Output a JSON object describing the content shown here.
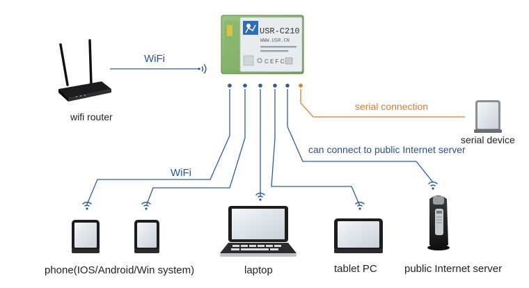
{
  "module": {
    "model": "USR-C210",
    "url": "WWW.USR.CN"
  },
  "labels": {
    "wifi_top": "WiFi",
    "wifi_left": "WiFi",
    "serial_connection": "serial connection",
    "public_server_note": "can connect to public Internet server"
  },
  "devices": {
    "router": "wifi router",
    "serial": "serial device",
    "phones": "phone(IOS/Android/Win system)",
    "laptop": "laptop",
    "tablet": "tablet PC",
    "server": "public Internet server"
  },
  "colors": {
    "link_blue": "#2a5d9e",
    "link_orange": "#e6782b",
    "module_green": "#7fae63"
  },
  "icons": [
    "wifi-signal-icon",
    "router-icon",
    "serial-device-icon",
    "phone-icon",
    "laptop-icon",
    "tablet-icon",
    "server-icon"
  ]
}
